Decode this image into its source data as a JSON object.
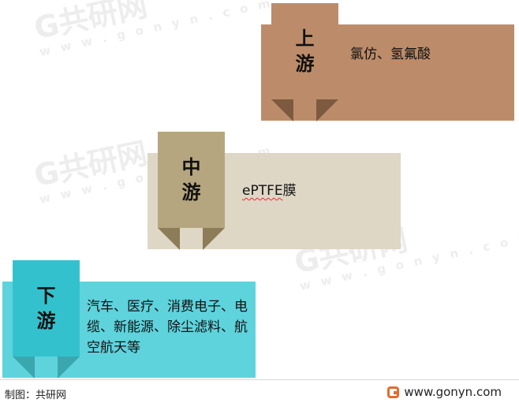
{
  "stages": [
    {
      "id": "upstream",
      "label_line1": "上",
      "label_line2": "游",
      "description": "氯仿、氢氟酸",
      "colors": {
        "box": "#bc8c6a",
        "tab": "#bc8c6a",
        "ribbon": "#7d5a3f"
      }
    },
    {
      "id": "midstream",
      "label_line1": "中",
      "label_line2": "游",
      "description_prefix": "ePTFE",
      "description_suffix": "膜",
      "colors": {
        "box": "#ded7c6",
        "tab": "#b5a67f",
        "ribbon": "#8c7c57"
      }
    },
    {
      "id": "downstream",
      "label_line1": "下",
      "label_line2": "游",
      "description": "汽车、医疗、消费电子、电缆、新能源、除尘滤料、航空航天等",
      "colors": {
        "box": "#5ed3dc",
        "tab": "#33c2cd",
        "ribbon": "#3aa7ae"
      }
    }
  ],
  "watermark": {
    "brand": "共研网",
    "url": "w w w . g o n y n . c o m"
  },
  "footer": {
    "source": "制图：共研网",
    "website": "www.gonyn.com",
    "logo_icon": "gonyn-logo-icon",
    "accent": "#e56b2d"
  }
}
